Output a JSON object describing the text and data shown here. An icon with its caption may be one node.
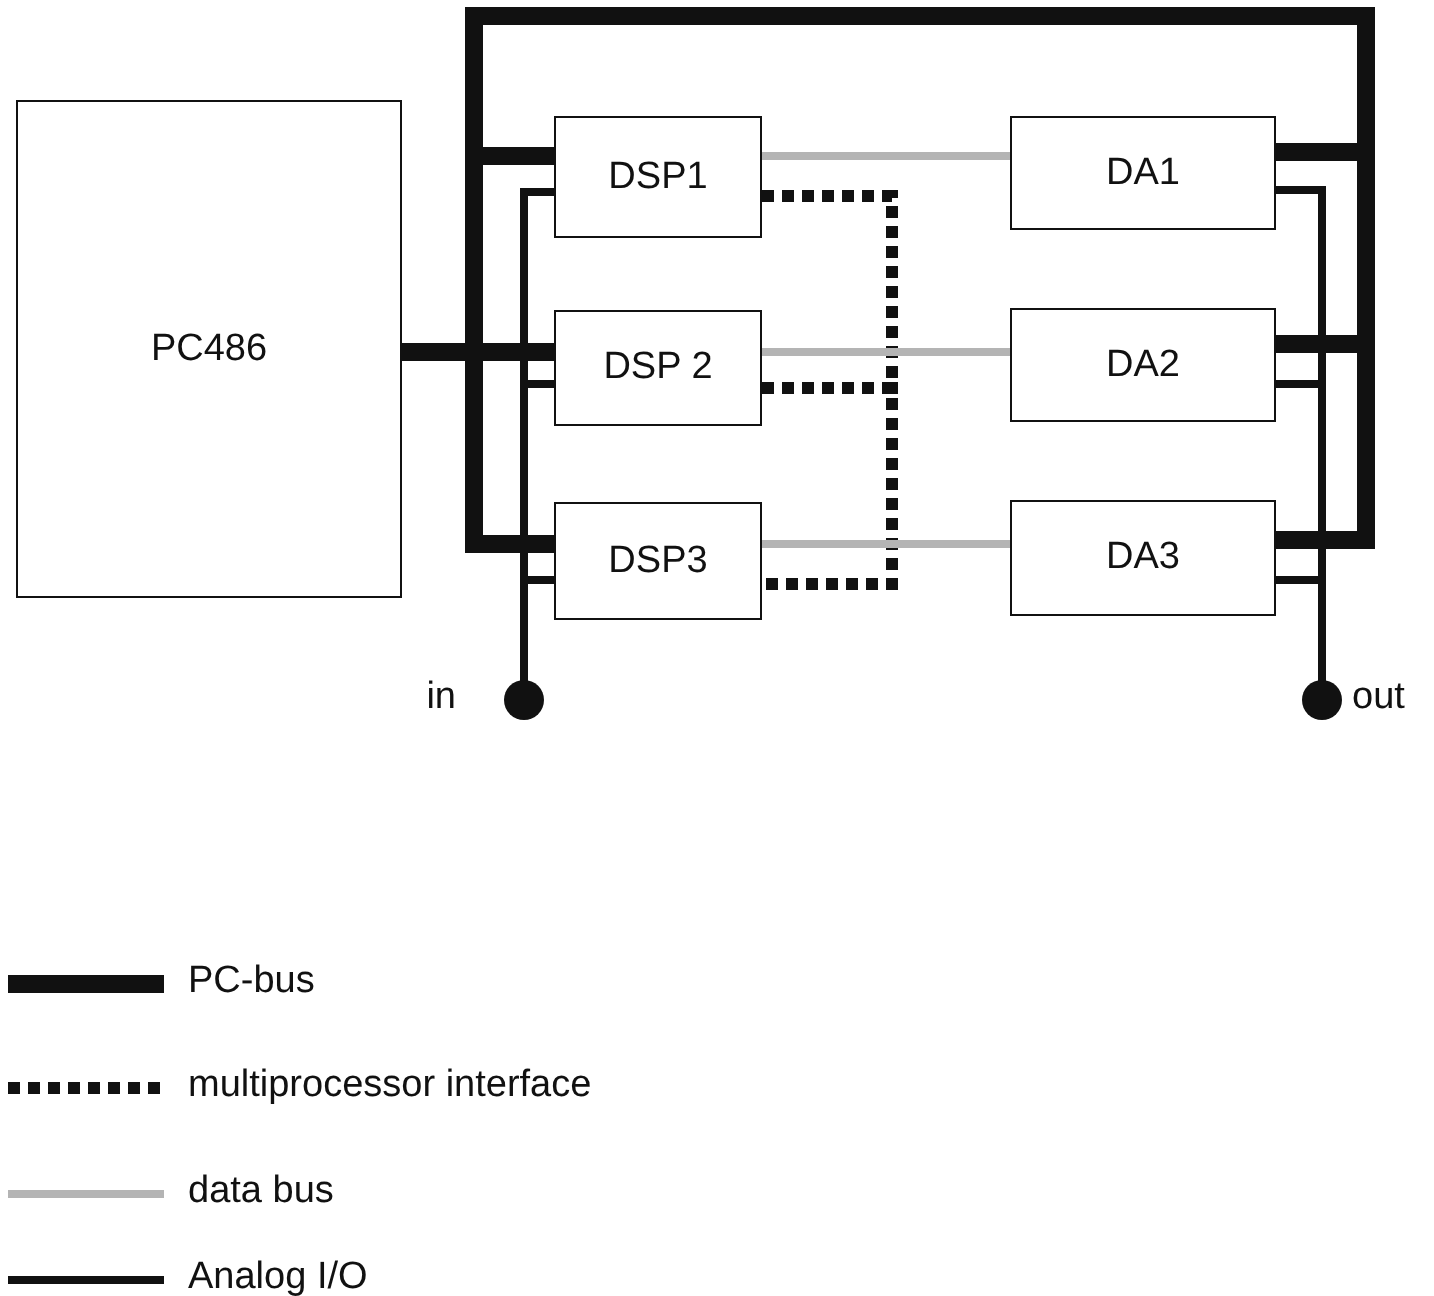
{
  "diagram": {
    "nodes": [
      {
        "text": [
          "PC486"
        ]
      },
      {
        "text": [
          "DSP1"
        ]
      },
      {
        "text": [
          "DSP 2"
        ]
      },
      {
        "text": [
          "DSP3"
        ]
      },
      {
        "text": [
          "DA1"
        ]
      },
      {
        "text": [
          "DA2"
        ]
      },
      {
        "text": [
          "DA3"
        ]
      },
      {
        "text": [],
        "shape": "circle",
        "beside": [
          "in"
        ]
      },
      {
        "text": [],
        "shape": "circle",
        "beside": [
          "out"
        ]
      }
    ],
    "edges": [
      {
        "from": 0,
        "to": 1,
        "arrow": "none",
        "style": "thick"
      },
      {
        "from": 0,
        "to": 2,
        "arrow": "none",
        "style": "thick"
      },
      {
        "from": 0,
        "to": 3,
        "arrow": "none",
        "style": "thick"
      },
      {
        "from": 0,
        "to": 4,
        "arrow": "none",
        "style": "thick"
      },
      {
        "from": 0,
        "to": 5,
        "arrow": "none",
        "style": "thick"
      },
      {
        "from": 0,
        "to": 6,
        "arrow": "none",
        "style": "thick"
      },
      {
        "from": 1,
        "to": 2,
        "arrow": "none",
        "style": "dashed"
      },
      {
        "from": 2,
        "to": 3,
        "arrow": "none",
        "style": "dashed"
      },
      {
        "from": 1,
        "to": 4,
        "arrow": "none",
        "color": "#b4b4b4"
      },
      {
        "from": 2,
        "to": 5,
        "arrow": "none",
        "color": "#b4b4b4"
      },
      {
        "from": 3,
        "to": 6,
        "arrow": "none",
        "color": "#b4b4b4"
      },
      {
        "from": 7,
        "to": 1,
        "arrow": "none"
      },
      {
        "from": 7,
        "to": 2,
        "arrow": "none"
      },
      {
        "from": 7,
        "to": 3,
        "arrow": "none"
      },
      {
        "from": 4,
        "to": 8,
        "arrow": "none"
      },
      {
        "from": 5,
        "to": 8,
        "arrow": "none"
      },
      {
        "from": 6,
        "to": 8,
        "arrow": "none"
      }
    ],
    "legend": [
      {
        "text": "PC-bus"
      },
      {
        "text": "multiprocessor interface"
      },
      {
        "text": "data bus"
      },
      {
        "text": "Analog I/O"
      }
    ]
  }
}
